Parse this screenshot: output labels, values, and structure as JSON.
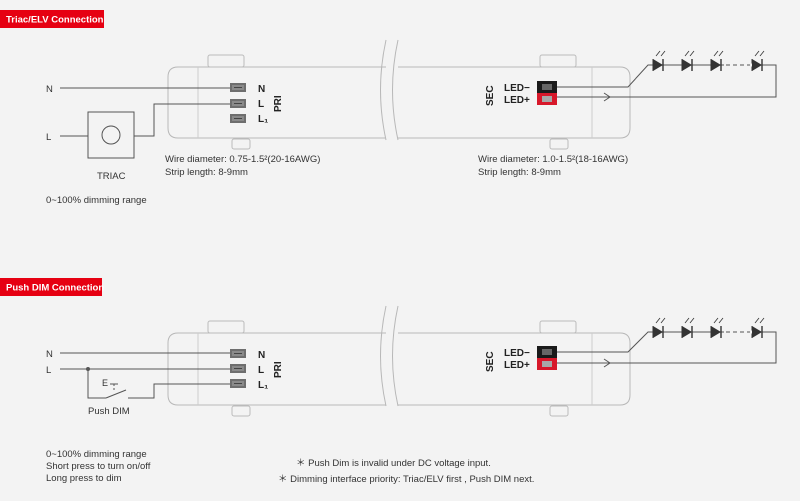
{
  "sections": [
    {
      "header": "Triac/ELV Connection",
      "inputs": {
        "n": "N",
        "l": "L"
      },
      "device_label": "TRIAC",
      "pri_terminals": [
        "N",
        "L",
        "L₁"
      ],
      "pri_label": "PRI",
      "sec_label": "SEC",
      "sec_terminals": [
        "LED−",
        "LED+"
      ],
      "pri_wire_diameter": "Wire diameter: 0.75-1.5²(20-16AWG)",
      "pri_strip_length": "Strip length: 8-9mm",
      "sec_wire_diameter": "Wire diameter: 1.0-1.5²(18-16AWG)",
      "sec_strip_length": "Strip length: 8-9mm",
      "notes": [
        "0~100% dimming range"
      ]
    },
    {
      "header": "Push DIM Connection",
      "inputs": {
        "n": "N",
        "l": "L"
      },
      "device_label": "Push DIM",
      "pri_terminals": [
        "N",
        "L",
        "L₁"
      ],
      "pri_label": "PRI",
      "sec_label": "SEC",
      "sec_terminals": [
        "LED−",
        "LED+"
      ],
      "notes": [
        "0~100% dimming range",
        "Short press to turn on/off",
        "Long press to dim"
      ],
      "footnotes": [
        "＊ Push Dim is invalid under DC voltage input.",
        "＊ Dimming interface priority: Triac/ELV first , Push DIM next."
      ]
    }
  ],
  "colors": {
    "header_bg": "#e60012",
    "led_red": "#d7182a",
    "terminal_gray": "#6e6e6e"
  },
  "icons": [
    "led-icon",
    "arrow-icon",
    "switch-icon",
    "knob-icon"
  ]
}
